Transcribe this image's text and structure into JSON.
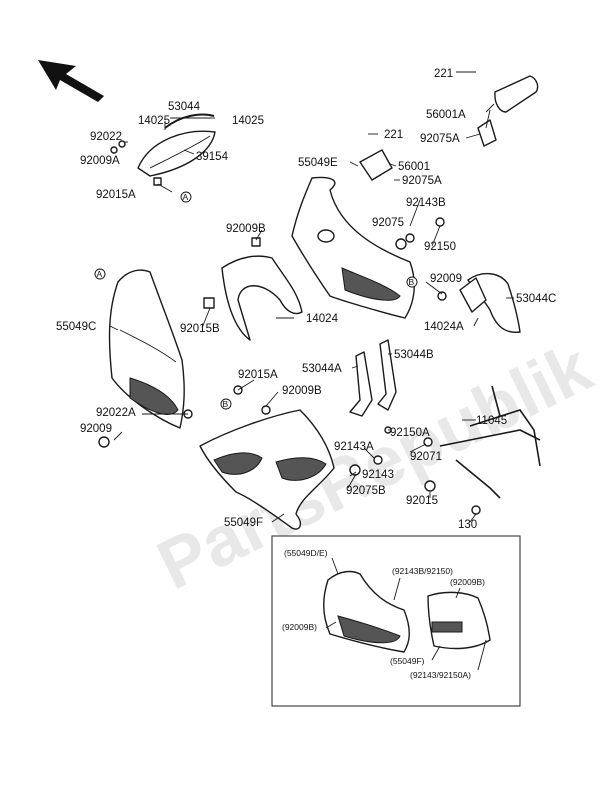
{
  "watermark": "PartsRepublik",
  "labels": {
    "p53044": "53044",
    "p14025a": "14025",
    "p14025b": "14025",
    "p92022": "92022",
    "p92009a": "92009A",
    "p39154": "39154",
    "p92015a": "92015A",
    "p221a": "221",
    "p56001a": "56001A",
    "p92075a": "92075A",
    "p221b": "221",
    "p55049e": "55049E",
    "p56001": "56001",
    "p92075a2": "92075A",
    "p92143b": "92143B",
    "p92075": "92075",
    "p92150": "92150",
    "p92009b": "92009B",
    "p92009": "92009",
    "p53044c": "53044C",
    "p14024a": "14024A",
    "p92015b": "92015B",
    "p14024": "14024",
    "p55049c": "55049C",
    "p53044a": "53044A",
    "p53044b": "53044B",
    "p92015a2": "92015A",
    "p92009b2": "92009B",
    "p92022a": "92022A",
    "p92009b3": "92009",
    "p11045": "11045",
    "p92150a": "92150A",
    "p92143a": "92143A",
    "p92071": "92071",
    "p92143": "92143",
    "p92075b": "92075B",
    "p92015": "92015",
    "p55049f": "55049F",
    "p130": "130"
  },
  "markers": {
    "a": "A",
    "b": "B"
  },
  "inset": {
    "l55049de": "(55049D/E)",
    "l92143b92150": "(92143B/92150)",
    "l92009b_a": "(92009B)",
    "l92009b_b": "(92009B)",
    "l55049f": "(55049F)",
    "l92143_92150a": "(92143/92150A)"
  }
}
